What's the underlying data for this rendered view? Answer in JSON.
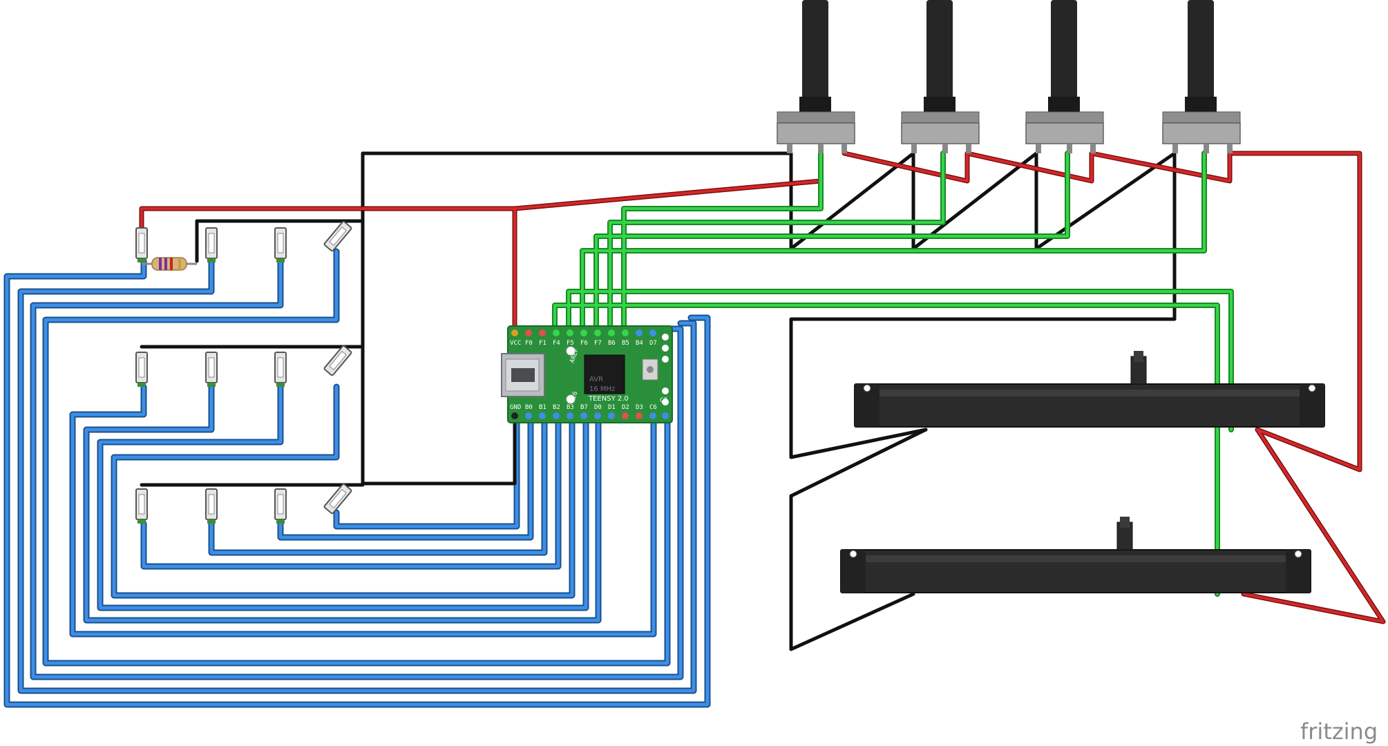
{
  "board": {
    "top_pins": [
      "VCC",
      "F0",
      "F1",
      "F4",
      "F5",
      "F6",
      "F7",
      "B6",
      "B5",
      "B4",
      "D7"
    ],
    "bottom_pins": [
      "GND",
      "B0",
      "B1",
      "B2",
      "B3",
      "B7",
      "D0",
      "D1",
      "D2",
      "D3",
      "C6",
      "C7"
    ],
    "side_left": [
      "AREF"
    ],
    "side_right": [
      "E6"
    ],
    "chip_line1": "AVR",
    "chip_line2": "16 MHz",
    "name": "TEENSY 2.0"
  },
  "watermark": "fritzing",
  "colors": {
    "power": "#c21d1d",
    "ground": "#1a1a1a",
    "signal": "#2ab43a",
    "digital": "#2f7ad2",
    "board": "#2a8f3a"
  },
  "components": {
    "potentiometers": 4,
    "sliders": 2,
    "buttons": 12,
    "resistors": 1
  }
}
